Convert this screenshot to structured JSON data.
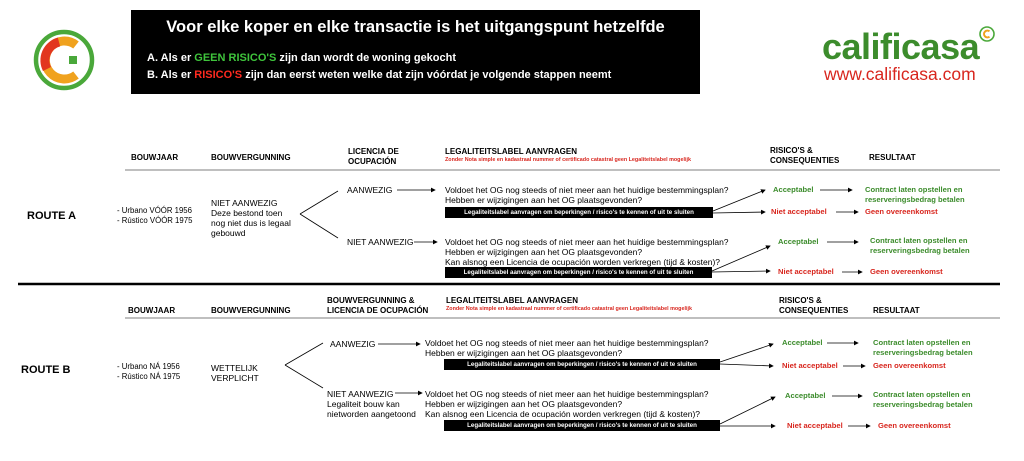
{
  "header": {
    "title": "Voor elke koper en elke transactie is het uitgangspunt hetzelfde",
    "line_a": {
      "prefix": "A. Als er ",
      "highlight": "GEEN RISICO'S",
      "suffix": " zijn dan wordt de woning gekocht"
    },
    "line_b": {
      "prefix": "B. Als er ",
      "highlight": "RISICO'S",
      "suffix": " zijn dan eerst weten welke dat zijn vóórdat je volgende stappen neemt"
    },
    "brand": "calificasa",
    "brand_url": "www.calificasa.com"
  },
  "colors": {
    "green": "#3c8c2c",
    "red": "#d8261e",
    "logo_orange": "#f0a21e",
    "logo_red": "#e2361f",
    "logo_green": "#4aa83a"
  },
  "route_a": {
    "label": "ROUTE A",
    "headers": {
      "bouwjaar": "BOUWJAAR",
      "bouwvergunning": "BOUWVERGUNNING",
      "licencia_1": "LICENCIA DE",
      "licencia_2": "OCUPACIÓN",
      "legal": "LEGALITEITSLABEL  AANVRAGEN",
      "legal_note": "Zonder Nota simple en kadastraal nummer of certificado catastral geen Legaliteitslabel mogelijk",
      "risk_1": "RISICO'S &",
      "risk_2": "CONSEQUENTIES",
      "resultaat": "RESULTAAT"
    },
    "bouwjaar_1": "- Urbano VÓÓR 1956",
    "bouwjaar_2": "- Rústico VÓÓR 1975",
    "verg_1": "NIET AANWEZIG",
    "verg_2": "Deze bestond toen",
    "verg_3": "nog niet dus is legaal",
    "verg_4": "gebouwd",
    "branch1": {
      "label": "AANWEZIG",
      "q1": "Voldoet het OG nog steeds of niet meer aan het huidige bestemmingsplan?",
      "q2": "Hebben er wijzigingen aan het OG plaatsgevonden?",
      "box": "Legaliteitslabel aanvragen om beperkingen / risico's te kennen of uit te sluiten",
      "ok": "Acceptabel",
      "ok_res_1": "Contract laten opstellen en",
      "ok_res_2": "reserveringsbedrag betalen",
      "nok": "Niet acceptabel",
      "nok_res": "Geen overeenkomst"
    },
    "branch2": {
      "label": "NIET AANWEZIG",
      "q1": "Voldoet het OG nog steeds of niet meer aan het huidige bestemmingsplan?",
      "q2": "Hebben er wijzigingen aan het OG plaatsgevonden?",
      "q3": "Kan alsnog een Licencia de ocupación worden verkregen (tijd & kosten)?",
      "box": "Legaliteitslabel aanvragen om beperkingen / risico's te kennen of uit te sluiten",
      "ok": "Acceptabel",
      "ok_res_1": "Contract laten opstellen en",
      "ok_res_2": "reserveringsbedrag betalen",
      "nok": "Niet acceptabel",
      "nok_res": "Geen overeenkomst"
    }
  },
  "route_b": {
    "label": "ROUTE B",
    "headers": {
      "bouwjaar": "BOUWJAAR",
      "bouwvergunning": "BOUWVERGUNNING",
      "combo_1": "BOUWVERGUNNING &",
      "combo_2": "LICENCIA DE OCUPACIÓN",
      "legal": "LEGALITEITSLABEL  AANVRAGEN",
      "legal_note": "Zonder Nota simple en kadastraal nummer of certificado catastral geen Legaliteitslabel mogelijk",
      "risk_1": "RISICO'S &",
      "risk_2": "CONSEQUENTIES",
      "resultaat": "RESULTAAT"
    },
    "bouwjaar_1": "- Urbano NÁ 1956",
    "bouwjaar_2": "- Rústico NÁ 1975",
    "verg_1": "WETTELIJK",
    "verg_2": "VERPLICHT",
    "branch1": {
      "label": "AANWEZIG",
      "q1": "Voldoet het OG nog steeds of niet meer aan het huidige bestemmingsplan?",
      "q2": "Hebben er wijzigingen aan het OG plaatsgevonden?",
      "box": "Legaliteitslabel aanvragen om beperkingen / risico's te kennen of uit te sluiten",
      "ok": "Acceptabel",
      "ok_res_1": "Contract laten opstellen en",
      "ok_res_2": "reserveringsbedrag betalen",
      "nok": "Niet acceptabel",
      "nok_res": "Geen overeenkomst"
    },
    "branch2": {
      "label_1": "NIET AANWEZIG",
      "label_2": "Legaliteit bouw kan",
      "label_3": "nietworden aangetoond",
      "q1": "Voldoet het OG nog steeds of niet meer aan het huidige bestemmingsplan?",
      "q2": "Hebben er wijzigingen aan het OG plaatsgevonden?",
      "q3": "Kan alsnog een Licencia de ocupación worden verkregen (tijd & kosten)?",
      "box": "Legaliteitslabel aanvragen om beperkingen / risico's te kennen of uit te sluiten",
      "ok": "Acceptabel",
      "ok_res_1": "Contract laten opstellen en",
      "ok_res_2": "reserveringsbedrag betalen",
      "nok": "Niet acceptabel",
      "nok_res": "Geen overeenkomst"
    }
  }
}
